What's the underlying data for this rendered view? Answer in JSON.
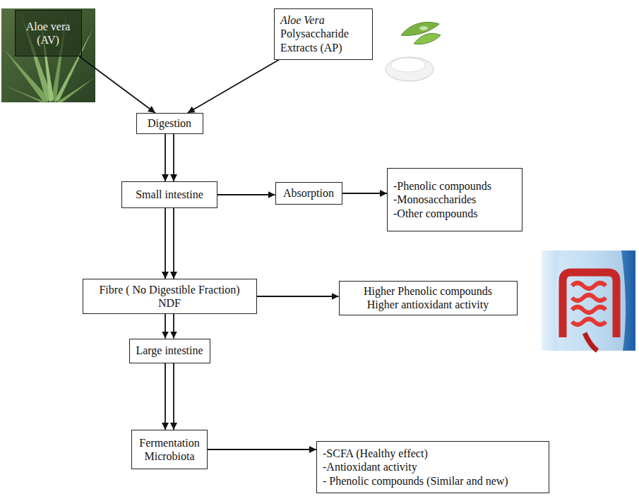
{
  "diagram": {
    "nodes": [
      {
        "text": [
          "Aloe vera (AV)"
        ]
      },
      {
        "text": [
          "Aloe Vera",
          "Polysaccharide Extracts (AP)"
        ]
      },
      {
        "text": [
          "Digestion"
        ]
      },
      {
        "text": [
          "Small intestine"
        ]
      },
      {
        "text": [
          "Absorption"
        ]
      },
      {
        "text": [
          "-Phenolic compounds",
          "-Monosaccharides",
          "-Other compounds"
        ]
      },
      {
        "text": [
          "Fibre ( No Digestible Fraction)",
          "NDF"
        ]
      },
      {
        "text": [
          "Higher Phenolic compounds",
          "Higher antioxidant activity"
        ]
      },
      {
        "text": [
          "Large intestine"
        ]
      },
      {
        "text": [
          "Fermentation Microbiota"
        ]
      },
      {
        "text": [
          "-SCFA (Healthy effect)",
          "-Antioxidant activity",
          "- Phenolic compounds (Similar and new)"
        ]
      }
    ],
    "edges": [
      {
        "from": 0,
        "to": 2,
        "arrow": "to"
      },
      {
        "from": 1,
        "to": 2,
        "arrow": "to"
      },
      {
        "from": 2,
        "to": 3,
        "arrow": "to"
      },
      {
        "from": 2,
        "to": 3,
        "arrow": "to"
      },
      {
        "from": 3,
        "to": 4,
        "arrow": "to"
      },
      {
        "from": 4,
        "to": 5,
        "arrow": "to"
      },
      {
        "from": 3,
        "to": 6,
        "arrow": "to"
      },
      {
        "from": 3,
        "to": 6,
        "arrow": "to"
      },
      {
        "from": 6,
        "to": 7,
        "arrow": "to"
      },
      {
        "from": 6,
        "to": 8,
        "arrow": "to"
      },
      {
        "from": 6,
        "to": 8,
        "arrow": "to"
      },
      {
        "from": 8,
        "to": 9,
        "arrow": "to"
      },
      {
        "from": 8,
        "to": 9,
        "arrow": "to"
      },
      {
        "from": 9,
        "to": 10,
        "arrow": "to"
      }
    ]
  }
}
